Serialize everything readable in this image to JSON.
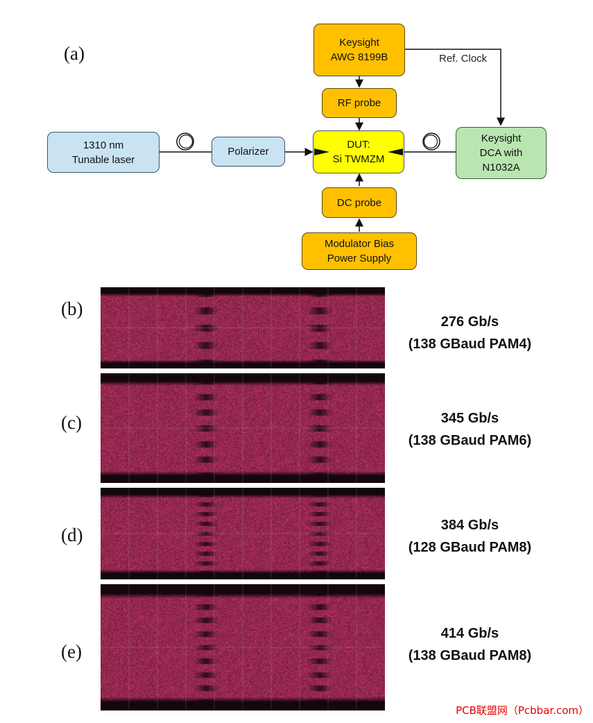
{
  "setup": {
    "panel_label": "(a)",
    "awg": "Keysight\nAWG 8199B",
    "rf_probe": "RF probe",
    "laser": "1310 nm\nTunable laser",
    "polarizer": "Polarizer",
    "dut": "DUT:\nSi TWMZM",
    "dca": "Keysight\nDCA with\nN1032A",
    "dc_probe": "DC probe",
    "power_supply": "Modulator Bias\nPower Supply",
    "ref_clock": "Ref. Clock"
  },
  "eyes": [
    {
      "label": "(b)",
      "rate": "276 Gb/s",
      "format": "(138 GBaud PAM4)",
      "levels": 4
    },
    {
      "label": "(c)",
      "rate": "345 Gb/s",
      "format": "(138 GBaud PAM6)",
      "levels": 6
    },
    {
      "label": "(d)",
      "rate": "384 Gb/s",
      "format": "(128 GBaud PAM8)",
      "levels": 8
    },
    {
      "label": "(e)",
      "rate": "414 Gb/s",
      "format": "(138 GBaud PAM8)",
      "levels": 8
    }
  ],
  "colors": {
    "box_orange": "#ffc000",
    "box_blue": "#c9e3f3",
    "box_green": "#b8e5b0",
    "box_yellow": "#ffff00",
    "eye_trace": "#c8306e",
    "watermark": "#e60000"
  },
  "watermark": "PCB联盟网（Pcbbar.com）"
}
